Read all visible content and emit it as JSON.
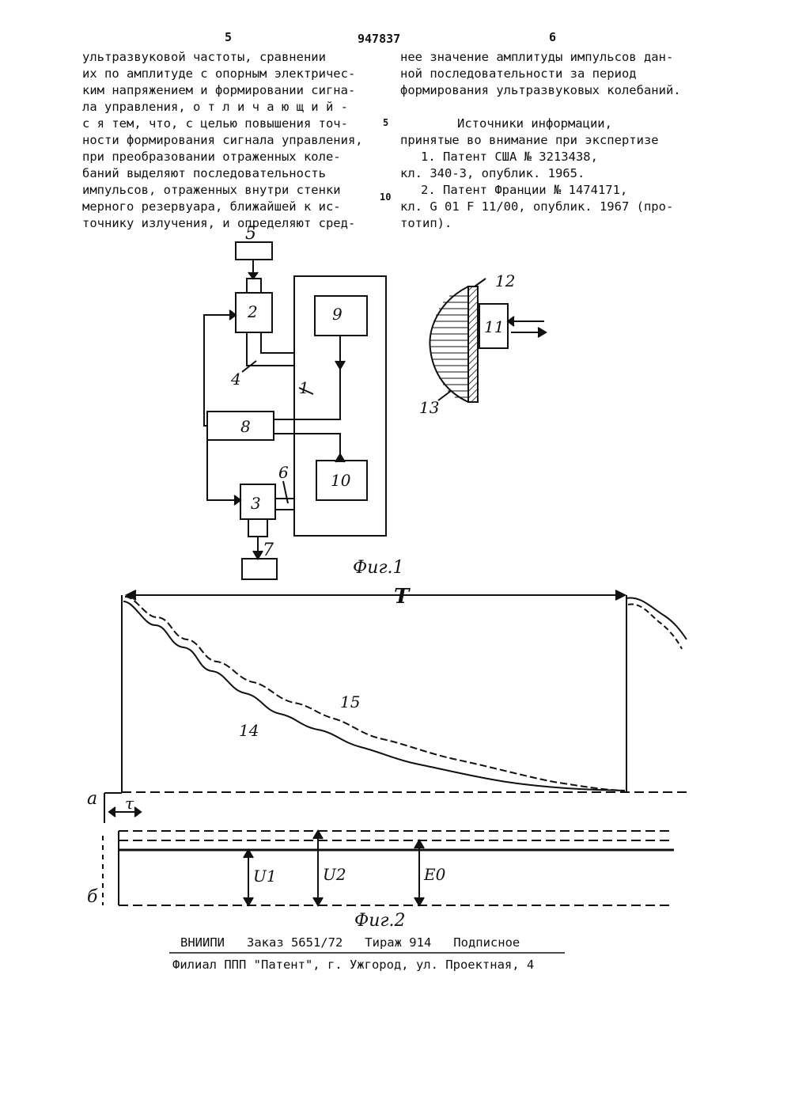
{
  "header": {
    "page_left": "5",
    "patent_number": "947837",
    "page_right": "6"
  },
  "left_column": [
    "ультразвуковой частоты, сравнении",
    "их по амплитуде с опорным электричес-",
    "ким напряжением и формировании сигна-",
    "ла управления, о т л и ч а ю щ и й -",
    "с я тем, что, с целью повышения точ-",
    "ности формирования сигнала управления,",
    "при преобразовании отраженных коле-",
    "баний выделяют последовательность",
    "импульсов, отраженных внутри стенки",
    "мерного резервуара, ближайшей к ис-",
    "точнику излучения, и определяют сред-"
  ],
  "line_numbers": [
    "5",
    "10"
  ],
  "right_column": [
    "нее значение амплитуды импульсов дан-",
    "ной последовательности за период",
    "формирования ультразвуковых колебаний.",
    "",
    "Источники информации,",
    "принятые во внимание при экспертизе",
    "1. Патент США № 3213438,",
    "кл. 340-3, опублик. 1965.",
    "2. Патент Франции № 1474171,",
    "кл. G 01 F 11/00, опублик. 1967 (про-",
    "тотип)."
  ],
  "figure1": {
    "caption": "Фиг.1",
    "labels": [
      "1",
      "2",
      "3",
      "4",
      "5",
      "6",
      "7",
      "8",
      "9",
      "10",
      "11",
      "12",
      "13"
    ]
  },
  "figure2": {
    "caption": "Фиг.2",
    "period_label": "T",
    "curve_labels": [
      "14",
      "15"
    ],
    "tau_label": "τ",
    "a_label": "а",
    "b_label": "б",
    "voltage_labels": [
      "U1",
      "U2",
      "E0"
    ]
  },
  "footer": {
    "line1": "ВНИИПИ   Заказ 5651/72   Тираж 914   Подписное",
    "line2": "Филиал ППП \"Патент\", г. Ужгород, ул. Проектная, 4"
  }
}
